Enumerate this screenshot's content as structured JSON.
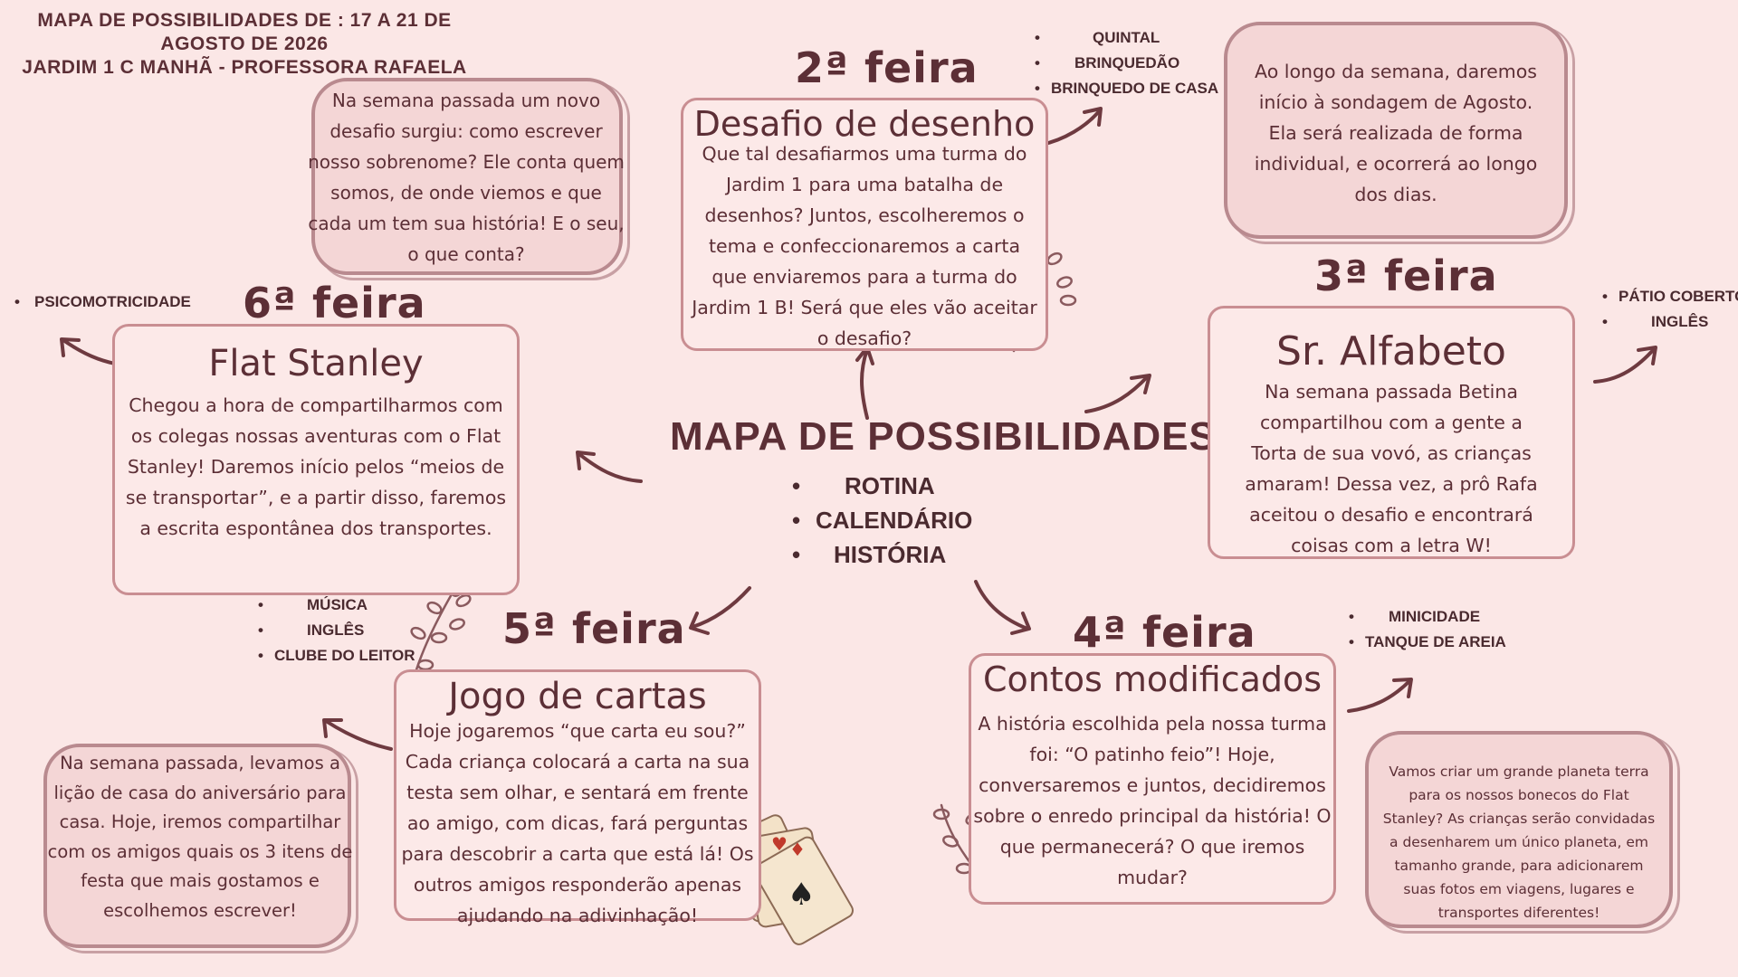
{
  "header": {
    "line1": "MAPA DE POSSIBILIDADES DE : 17 A 21 DE AGOSTO DE 2026",
    "line2": "JARDIM 1 C MANHÃ - PROFESSORA RAFAELA"
  },
  "center": {
    "title": "MAPA DE POSSIBILIDADES",
    "items": [
      "ROTINA",
      "CALENDÁRIO",
      "HISTÓRIA"
    ]
  },
  "monday": {
    "day": "2ª feira",
    "title": "Desafio de desenho",
    "text": "Que tal desafiarmos uma turma do Jardim 1 para uma batalha de desenhos? Juntos, escolheremos o tema e confeccionaremos a carta que enviaremos para a turma do Jardim 1 B! Será que eles vão aceitar o desafio?",
    "places": [
      "QUINTAL",
      "BRINQUEDÃO",
      "BRINQUEDO DE CASA"
    ]
  },
  "tuesday": {
    "day": "3ª feira",
    "title": "Sr. Alfabeto",
    "text": "Na semana passada Betina compartilhou com a gente a Torta de sua vovó, as crianças amaram! Dessa vez, a prô Rafa aceitou o desafio e encontrará coisas com a letra W!",
    "places": [
      "PÁTIO COBERTO",
      "INGLÊS"
    ]
  },
  "wednesday": {
    "day": "4ª feira",
    "title": "Contos modificados",
    "text": "A história escolhida pela nossa turma foi: “O patinho feio”! Hoje, conversaremos e juntos, decidiremos sobre o enredo principal da história! O que permanecerá? O que iremos mudar?",
    "places": [
      "MINICIDADE",
      "TANQUE DE AREIA"
    ]
  },
  "thursday": {
    "day": "5ª feira",
    "title": "Jogo de cartas",
    "text": "Hoje jogaremos “que carta eu sou?” Cada criança colocará a carta na sua testa sem olhar, e sentará em frente ao amigo, com dicas, fará perguntas para descobrir a carta que está lá! Os outros amigos responderão apenas ajudando na adivinhação!",
    "places": [
      "MÚSICA",
      "INGLÊS",
      "CLUBE DO LEITOR"
    ]
  },
  "friday": {
    "day": "6ª feira",
    "title": "Flat Stanley",
    "text": "Chegou a hora de compartilharmos com os colegas nossas aventuras com o Flat Stanley! Daremos início pelos “meios de se transportar”, e a partir disso, faremos a escrita espontânea dos transportes.",
    "places": [
      "PSICOMOTRICIDADE"
    ]
  },
  "notes": {
    "surname": "Na semana passada um novo desafio surgiu: como escrever nosso sobrenome? Ele conta quem somos, de onde viemos e que cada um tem sua história! E o seu, o que conta?",
    "survey": "Ao longo da semana, daremos início à sondagem de Agosto. Ela será realizada de forma individual, e ocorrerá ao longo dos dias.",
    "birthday": "Na semana passada, levamos a lição de casa do aniversário para casa. Hoje, iremos compartilhar com os amigos quais os 3 itens de festa que mais gostamos e escolhemos escrever!",
    "planet": "Vamos criar um grande planeta terra para os nossos bonecos do Flat Stanley? As crianças serão convidadas a desenharem um único planeta, em tamanho grande, para adicionarem suas fotos em viagens, lugares e transportes diferentes!"
  },
  "colors": {
    "background": "#fbe7e6",
    "text": "#5c2f36",
    "card_border": "#c98e92",
    "note_fill": "#f4d6d6"
  }
}
